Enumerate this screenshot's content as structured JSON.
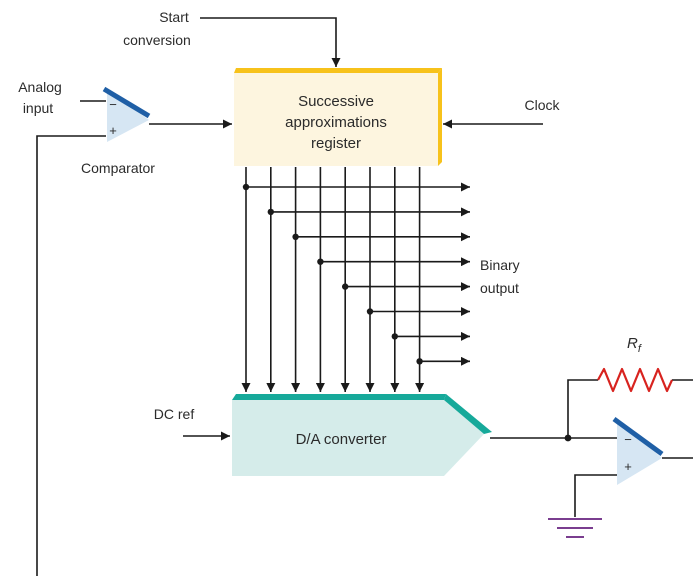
{
  "labels": {
    "start_conversion_line1": "Start",
    "start_conversion_line2": "conversion",
    "analog_input_line1": "Analog",
    "analog_input_line2": "input",
    "comparator": "Comparator",
    "clock": "Clock",
    "sar_line1": "Successive",
    "sar_line2": "approximations",
    "sar_line3": "register",
    "binary_output_line1": "Binary",
    "binary_output_line2": "output",
    "dc_ref": "DC ref",
    "dac": "D/A converter",
    "resistor": "R",
    "resistor_subscript": "f",
    "minus_sign": "−",
    "plus_sign": "+"
  },
  "bit_count": 8,
  "colors": {
    "sar_fill": "#fdf5df",
    "sar_accent": "#f7c21b",
    "dac_fill": "#d5ecea",
    "dac_accent": "#16a99a",
    "opamp_fill": "#d6e6f3",
    "opamp_accent": "#1f5fa6",
    "resistor": "#d8231f",
    "ground": "#7a3d8f",
    "wire": "#1a1a1a"
  }
}
